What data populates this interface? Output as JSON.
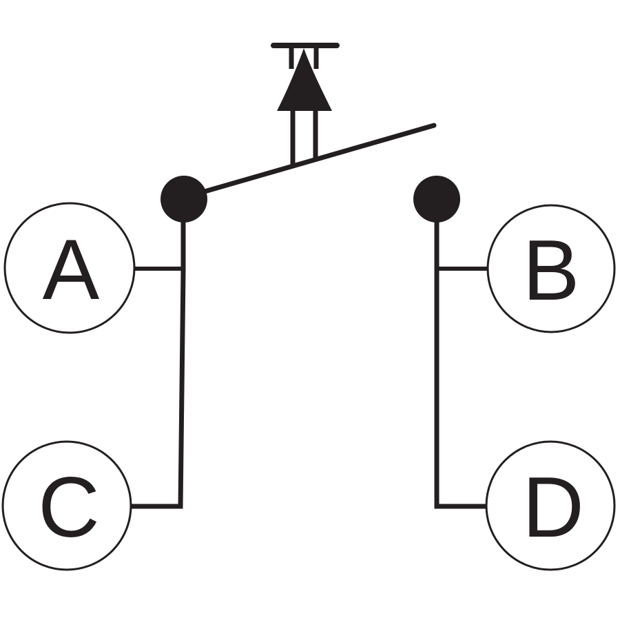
{
  "colors": {
    "ink": "#231f20",
    "background": "#ffffff"
  },
  "terminals": {
    "a": {
      "label": "A"
    },
    "b": {
      "label": "B"
    },
    "c": {
      "label": "C"
    },
    "d": {
      "label": "D"
    }
  },
  "switch": {
    "actuator_icon": "push-button-actuator-icon",
    "state": "open"
  }
}
